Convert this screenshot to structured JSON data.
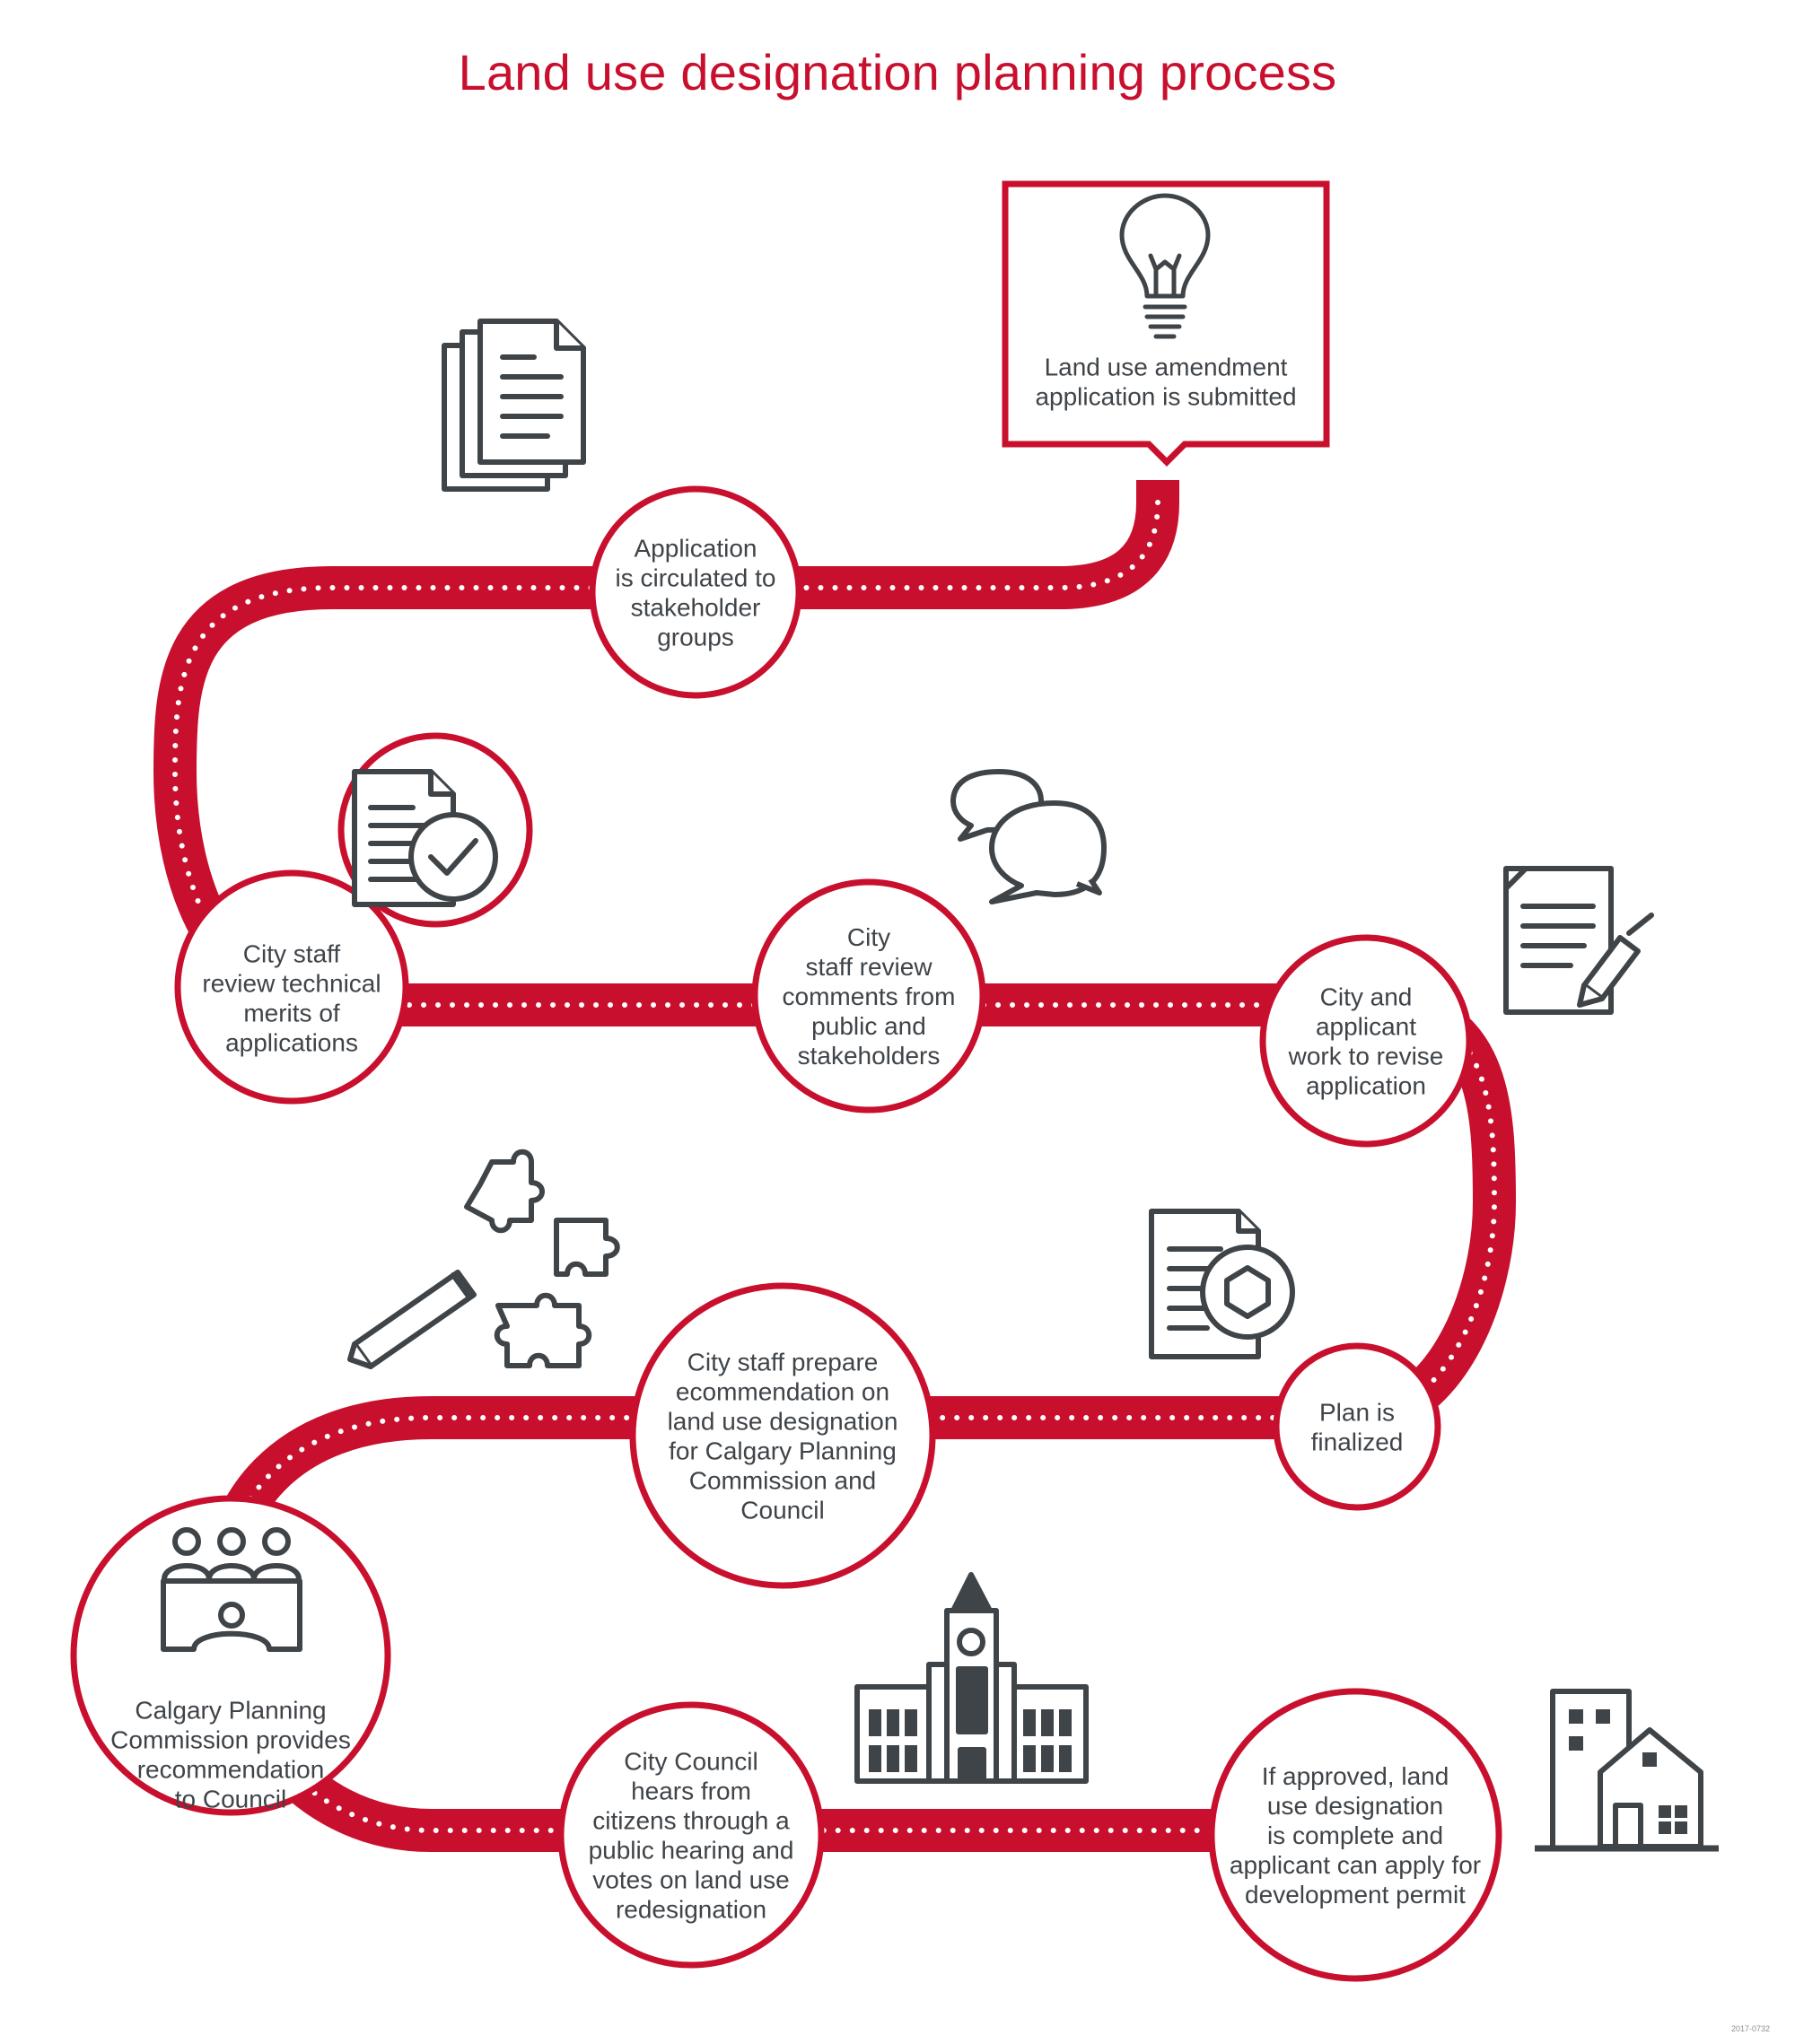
{
  "title": "Land use designation planning process",
  "footer_code": "2017-0732",
  "colors": {
    "accent": "#c8102e",
    "icon": "#3f4449",
    "text": "#3f4449",
    "background": "#ffffff"
  },
  "steps": [
    {
      "id": "submitted",
      "icon": "lightbulb-icon",
      "lines": [
        "Land use amendment",
        "application is submitted"
      ]
    },
    {
      "id": "circulated",
      "icon": "documents-stack-icon",
      "lines": [
        "Application",
        "is circulated to",
        "stakeholder",
        "groups"
      ]
    },
    {
      "id": "technical-review",
      "icon": "document-check-icon",
      "lines": [
        "City staff",
        "review technical",
        "merits of",
        "applications"
      ]
    },
    {
      "id": "comments-review",
      "icon": "speech-bubbles-icon",
      "lines": [
        "City",
        "staff review",
        "comments from",
        "public and",
        "stakeholders"
      ]
    },
    {
      "id": "revise",
      "icon": "document-pen-icon",
      "lines": [
        "City and",
        "applicant",
        "work to revise",
        "application"
      ]
    },
    {
      "id": "finalized",
      "icon": "document-settings-icon",
      "lines": [
        "Plan is",
        "finalized"
      ]
    },
    {
      "id": "recommendation",
      "icon": "puzzle-pencil-icon",
      "lines": [
        "City staff prepare",
        "ecommendation on",
        "land use designation",
        "for Calgary Planning",
        "Commission and",
        "Council"
      ]
    },
    {
      "id": "cpc",
      "icon": "commission-meeting-icon",
      "lines": [
        "Calgary Planning",
        "Commission provides",
        "recommendation",
        "to Council"
      ]
    },
    {
      "id": "council",
      "icon": "city-hall-icon",
      "lines": [
        "City Council",
        "hears from",
        "citizens through a",
        "public hearing and",
        "votes on land use",
        "redesignation"
      ]
    },
    {
      "id": "approved",
      "icon": "buildings-icon",
      "lines": [
        "If approved, land",
        "use designation",
        "is complete and",
        "applicant can apply for",
        "development permit"
      ]
    }
  ]
}
